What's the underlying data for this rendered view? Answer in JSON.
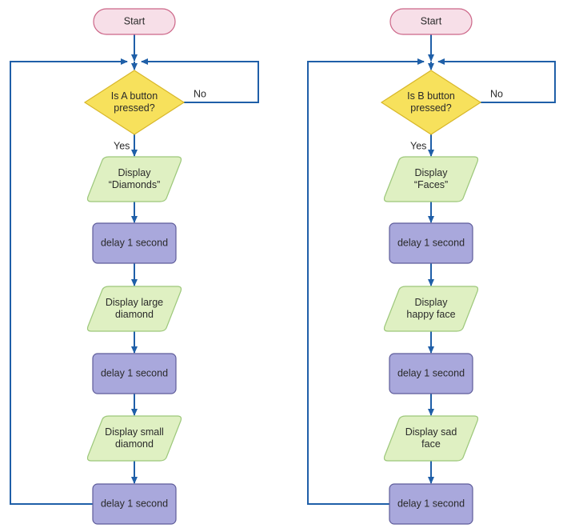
{
  "colors": {
    "terminal_fill": "#f7dfe8",
    "terminal_stroke": "#cc6688",
    "decision_fill": "#f7e15c",
    "decision_stroke": "#d8b72a",
    "io_fill": "#dff0c2",
    "io_stroke": "#9cc77a",
    "process_fill": "#a9a8dc",
    "process_stroke": "#5e5c9a",
    "arrow": "#1f5fa8"
  },
  "flowcharts": [
    {
      "id": "left",
      "start": "Start",
      "decision": [
        "Is A button",
        "pressed?"
      ],
      "no_label": "No",
      "yes_label": "Yes",
      "steps": [
        {
          "kind": "io",
          "lines": [
            "Display",
            "“Diamonds”"
          ]
        },
        {
          "kind": "process",
          "lines": [
            "delay 1 second"
          ]
        },
        {
          "kind": "io",
          "lines": [
            "Display large",
            "diamond"
          ]
        },
        {
          "kind": "process",
          "lines": [
            "delay 1 second"
          ]
        },
        {
          "kind": "io",
          "lines": [
            "Display small",
            "diamond"
          ]
        },
        {
          "kind": "process",
          "lines": [
            "delay 1 second"
          ]
        }
      ]
    },
    {
      "id": "right",
      "start": "Start",
      "decision": [
        "Is B button",
        "pressed?"
      ],
      "no_label": "No",
      "yes_label": "Yes",
      "steps": [
        {
          "kind": "io",
          "lines": [
            "Display",
            "“Faces”"
          ]
        },
        {
          "kind": "process",
          "lines": [
            "delay 1 second"
          ]
        },
        {
          "kind": "io",
          "lines": [
            "Display",
            "happy face"
          ]
        },
        {
          "kind": "process",
          "lines": [
            "delay 1 second"
          ]
        },
        {
          "kind": "io",
          "lines": [
            "Display sad",
            "face"
          ]
        },
        {
          "kind": "process",
          "lines": [
            "delay 1 second"
          ]
        }
      ]
    }
  ]
}
